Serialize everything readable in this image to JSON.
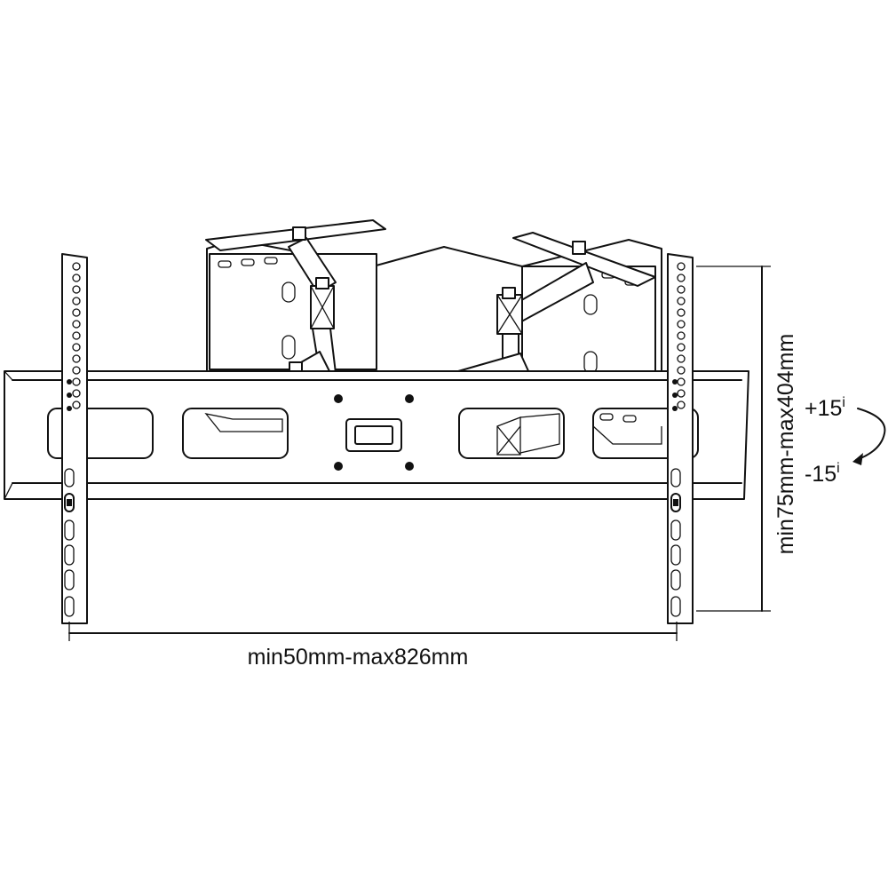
{
  "dimensions": {
    "horizontal": "min50mm-max826mm",
    "vertical": "min75mm-max404mm"
  },
  "tilt": {
    "up_value": "+15",
    "up_unit": "i",
    "down_value": "-15",
    "down_unit": "i"
  },
  "colors": {
    "line": "#111111",
    "background": "#ffffff"
  }
}
